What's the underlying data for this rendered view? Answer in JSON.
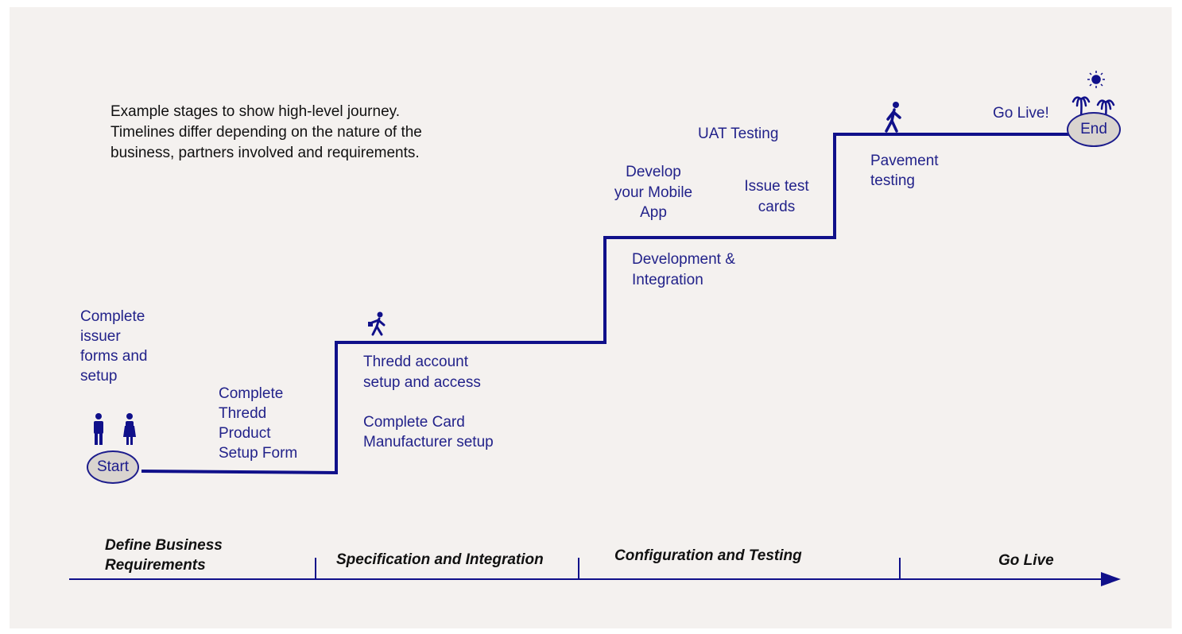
{
  "note": "Example stages to show high-level journey.\nTimelines differ depending on the nature of the\nbusiness, partners involved and requirements.",
  "nodes": {
    "start": "Start",
    "end": "End"
  },
  "steps": {
    "issuer_forms": "Complete\nissuer\nforms and\nsetup",
    "product_form": "Complete\nThredd\nProduct\nSetup Form",
    "account_setup": "Thredd account\nsetup and access",
    "card_manufacturer": "Complete Card\nManufacturer setup",
    "mobile_app": "Develop\nyour Mobile\nApp",
    "dev_integration": "Development &\nIntegration",
    "uat": "UAT Testing",
    "test_cards": "Issue test\ncards",
    "pavement": "Pavement\ntesting",
    "go_live_step": "Go Live!"
  },
  "phases": [
    "Define Business\nRequirements",
    "Specification and Integration",
    "Configuration and Testing",
    "Go Live"
  ],
  "colors": {
    "line": "#10108a",
    "text": "#22228a",
    "panel": "#f4f1ef"
  },
  "icons": [
    "man-icon",
    "woman-icon",
    "walking-man-bag-icon",
    "walking-man-icon",
    "sun-icon",
    "palm-tree-icon"
  ]
}
